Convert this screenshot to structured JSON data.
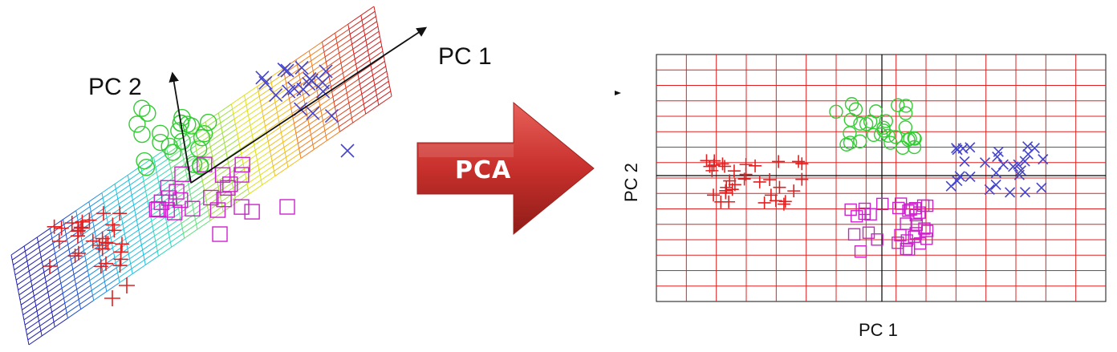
{
  "diagram": {
    "left": {
      "axis1_label": "PC 1",
      "axis2_label": "PC 2"
    },
    "arrow": {
      "label": "PCA",
      "color": "#c8302c"
    },
    "right": {
      "xlabel": "PC 1",
      "ylabel": "PC 2",
      "grid_color": "#e02020",
      "axis_color": "#000000"
    },
    "clusters": [
      {
        "marker": "plus",
        "color": "#e02020"
      },
      {
        "marker": "circle",
        "color": "#33cc33"
      },
      {
        "marker": "square",
        "color": "#cc22cc"
      },
      {
        "marker": "x",
        "color": "#4444cc"
      }
    ]
  }
}
